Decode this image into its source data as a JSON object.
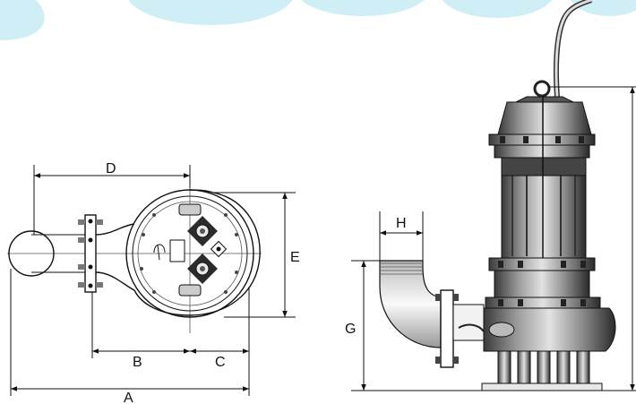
{
  "colors": {
    "watermark": "#cfeef6",
    "line": "#111111",
    "pump_dark": "#2b2b2b",
    "pump_mid": "#6b6b6b",
    "pump_light": "#d8d8d8"
  },
  "labels": {
    "A": "A",
    "B": "B",
    "C": "C",
    "D": "D",
    "E": "E",
    "G": "G",
    "H": "H"
  }
}
